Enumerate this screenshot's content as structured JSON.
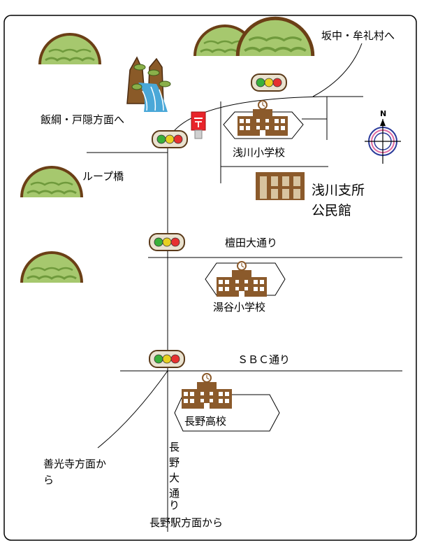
{
  "map": {
    "destinations": {
      "sakanaka": "坂中・牟礼村へ",
      "iizuna": "飯綱・戸隠方面へ",
      "zenkoji": [
        "善光寺方面か",
        "ら"
      ],
      "nagano_station": "長野駅方面から"
    },
    "roads": {
      "loop_bridge": "ループ橋",
      "danda": "檀田大通り",
      "sbc": "ＳＢＣ通り",
      "nagano_odori": [
        "長",
        "野",
        "大",
        "通",
        "り"
      ]
    },
    "places": {
      "asakawa_elementary": "浅川小学校",
      "branch_office": [
        "浅川支所",
        "公民館"
      ],
      "yudani_elementary": "湯谷小学校",
      "nagano_high": "長野高校"
    },
    "compass": {
      "north": "N"
    },
    "colors": {
      "hill_fill": "#a6c86e",
      "hill_outline": "#7a4a1c",
      "building": "#8b5a2b",
      "post_box": "#e8242a",
      "signal_red": "#e63030",
      "signal_yellow": "#e8d020",
      "signal_green": "#3ab03a"
    }
  }
}
